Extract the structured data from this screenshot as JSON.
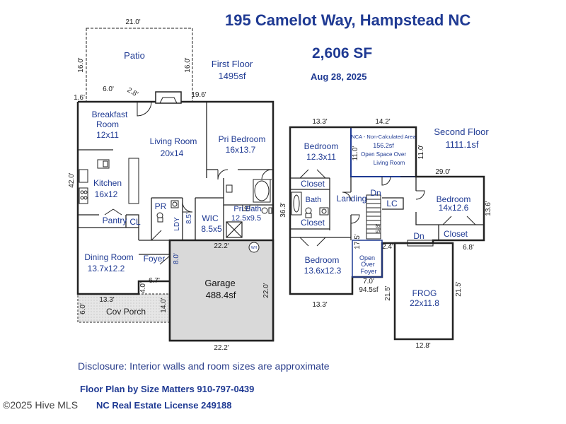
{
  "header": {
    "address": "195 Camelot Way, Hampstead NC",
    "total_sf": "2,606 SF",
    "date": "Aug 28, 2025"
  },
  "first_floor": {
    "label": "First Floor",
    "area": "1495sf",
    "rooms": {
      "patio": "Patio",
      "breakfast": "Breakfast",
      "breakfast2": "Room",
      "breakfast_size": "12x11",
      "living": "Living Room",
      "living_size": "20x14",
      "pri_bedroom": "Pri Bedroom",
      "pri_bedroom_size": "16x13.7",
      "kitchen": "Kitchen",
      "kitchen_size": "16x12",
      "pantry": "Pantry",
      "cl": "CL",
      "pr": "PR",
      "ldy": "LDY",
      "wic": "WIC",
      "wic_size": "8.5x5",
      "pri_bath": "Pri Bath",
      "pri_bath_size": "12.5x9.5",
      "dining": "Dining Room",
      "dining_size": "13.7x12.2",
      "foyer": "Foyer",
      "garage": "Garage",
      "garage_size": "488.4sf",
      "cov_porch": "Cov Porch",
      "wh": "WH"
    },
    "dims": {
      "d21": "21.0'",
      "d16a": "16.0'",
      "d16b": "16.0'",
      "d6": "6.0'",
      "d28": "2.8'",
      "d16c": "1.6'",
      "d196": "19.6'",
      "d42": "42.0'",
      "d85": "8.5'",
      "d8": "8.0'",
      "d222a": "22.2'",
      "d67": "6.7'",
      "d4": "4.0'",
      "d133": "13.3'",
      "d6b": "6.0'",
      "d14": "14.0'",
      "d22": "22.0'",
      "d222b": "22.2'"
    }
  },
  "second_floor": {
    "label": "Second Floor",
    "area": "1111.1sf",
    "rooms": {
      "bed1": "Bedroom",
      "bed1_size": "12.3x11",
      "nca1": "NCA - Non-Calculated Area",
      "nca_size": "156.2sf",
      "nca2": "Open Space Over",
      "nca3": "Living Room",
      "closet1": "Closet",
      "bath": "Bath",
      "landing": "Landing",
      "dn1": "Dn",
      "lc": "LC",
      "bed2": "Bedroom",
      "bed2_size": "14x12.6",
      "closet2": "Closet",
      "closet3": "Closet",
      "dn2": "Dn",
      "bed3": "Bedroom",
      "bed3_size": "13.6x12.3",
      "open1": "Open",
      "open2": "Over",
      "open3": "Foyer",
      "open_size": "94.5sf",
      "frog": "FROG",
      "frog_size": "22x11.8"
    },
    "dims": {
      "d133a": "13.3'",
      "d142": "14.2'",
      "d11a": "11.0'",
      "d11b": "11.0'",
      "d29": "29.0'",
      "d363": "36.3'",
      "d136": "13.6'",
      "d58": "5.8'",
      "d175": "17.5'",
      "d24": "2.4'",
      "d68": "6.8'",
      "d7": "7.0'",
      "d215a": "21.5'",
      "d215b": "21.5'",
      "d133b": "13.3'",
      "d128": "12.8'"
    }
  },
  "footer": {
    "disclosure": "Disclosure: Interior walls and room sizes are approximate",
    "company": "Floor Plan by Size Matters 910-797-0439",
    "license": "NC Real Estate License 249188",
    "watermark": "©2025 Hive MLS"
  }
}
